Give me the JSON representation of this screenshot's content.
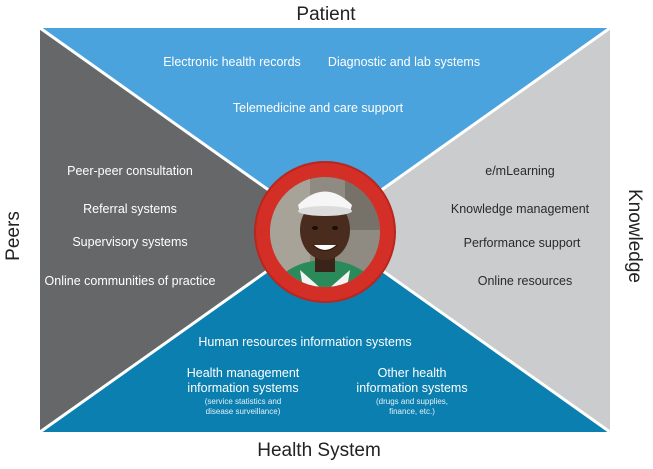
{
  "labels": {
    "top": "Patient",
    "bottom": "Health System",
    "left": "Peers",
    "right": "Knowledge"
  },
  "patient": {
    "items": [
      "Electronic health records",
      "Diagnostic and lab systems",
      "Telemedicine and care support"
    ]
  },
  "peers": {
    "items": [
      "Peer-peer consultation",
      "Referral systems",
      "Supervisory systems",
      "Online communities of practice"
    ]
  },
  "knowledge": {
    "items": [
      "e/mLearning",
      "Knowledge management",
      "Performance support",
      "Online resources"
    ]
  },
  "health_system": {
    "hris": "Human resources information systems",
    "hmis_line1": "Health management",
    "hmis_line2": "information systems",
    "hmis_note1": "(service statistics and",
    "hmis_note2": "disease surveillance)",
    "other_line1": "Other health",
    "other_line2": "information systems",
    "other_note1": "(drugs and supplies,",
    "other_note2": "finance, etc.)"
  },
  "colors": {
    "patient": "#4aa3dc",
    "health_system": "#0a7fb0",
    "peers": "#666769",
    "knowledge": "#cbcccd",
    "ring": "#d32f27"
  },
  "center_image": "nurse-photo"
}
